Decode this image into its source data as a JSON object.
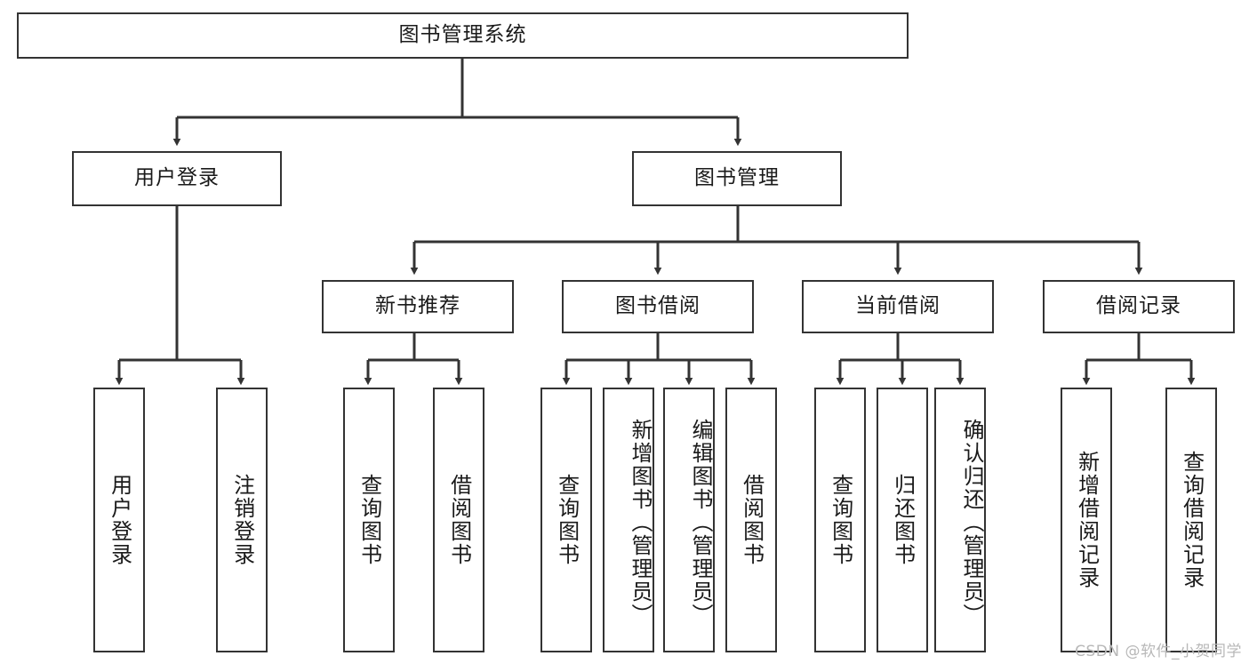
{
  "diagram": {
    "title": "图书管理系统",
    "root": {
      "label": "图书管理系统"
    },
    "tier2": [
      {
        "label": "用户登录"
      },
      {
        "label": "图书管理"
      }
    ],
    "tier3": [
      {
        "label": "新书推荐"
      },
      {
        "label": "图书借阅"
      },
      {
        "label": "当前借阅"
      },
      {
        "label": "借阅记录"
      }
    ],
    "leaves": {
      "user_login": [
        {
          "label": "用户登录"
        },
        {
          "label": "注销登录"
        }
      ],
      "new_book": [
        {
          "label": "查询图书"
        },
        {
          "label": "借阅图书"
        }
      ],
      "book_borrow": [
        {
          "label": "查询图书"
        },
        {
          "label": "新增图书（管理员）"
        },
        {
          "label": "编辑图书（管理员）"
        },
        {
          "label": "借阅图书"
        }
      ],
      "current_borrow": [
        {
          "label": "查询图书"
        },
        {
          "label": "归还图书"
        },
        {
          "label": "确认归还（管理员）"
        }
      ],
      "borrow_record": [
        {
          "label": "新增借阅记录"
        },
        {
          "label": "查询借阅记录"
        }
      ]
    }
  },
  "watermark": {
    "text": "CSDN @软件_小贺同学"
  },
  "colors": {
    "stroke": "#333333",
    "box_fill": "#ffffff",
    "text": "#1a1a1a",
    "watermark": "#b8b8b8"
  }
}
